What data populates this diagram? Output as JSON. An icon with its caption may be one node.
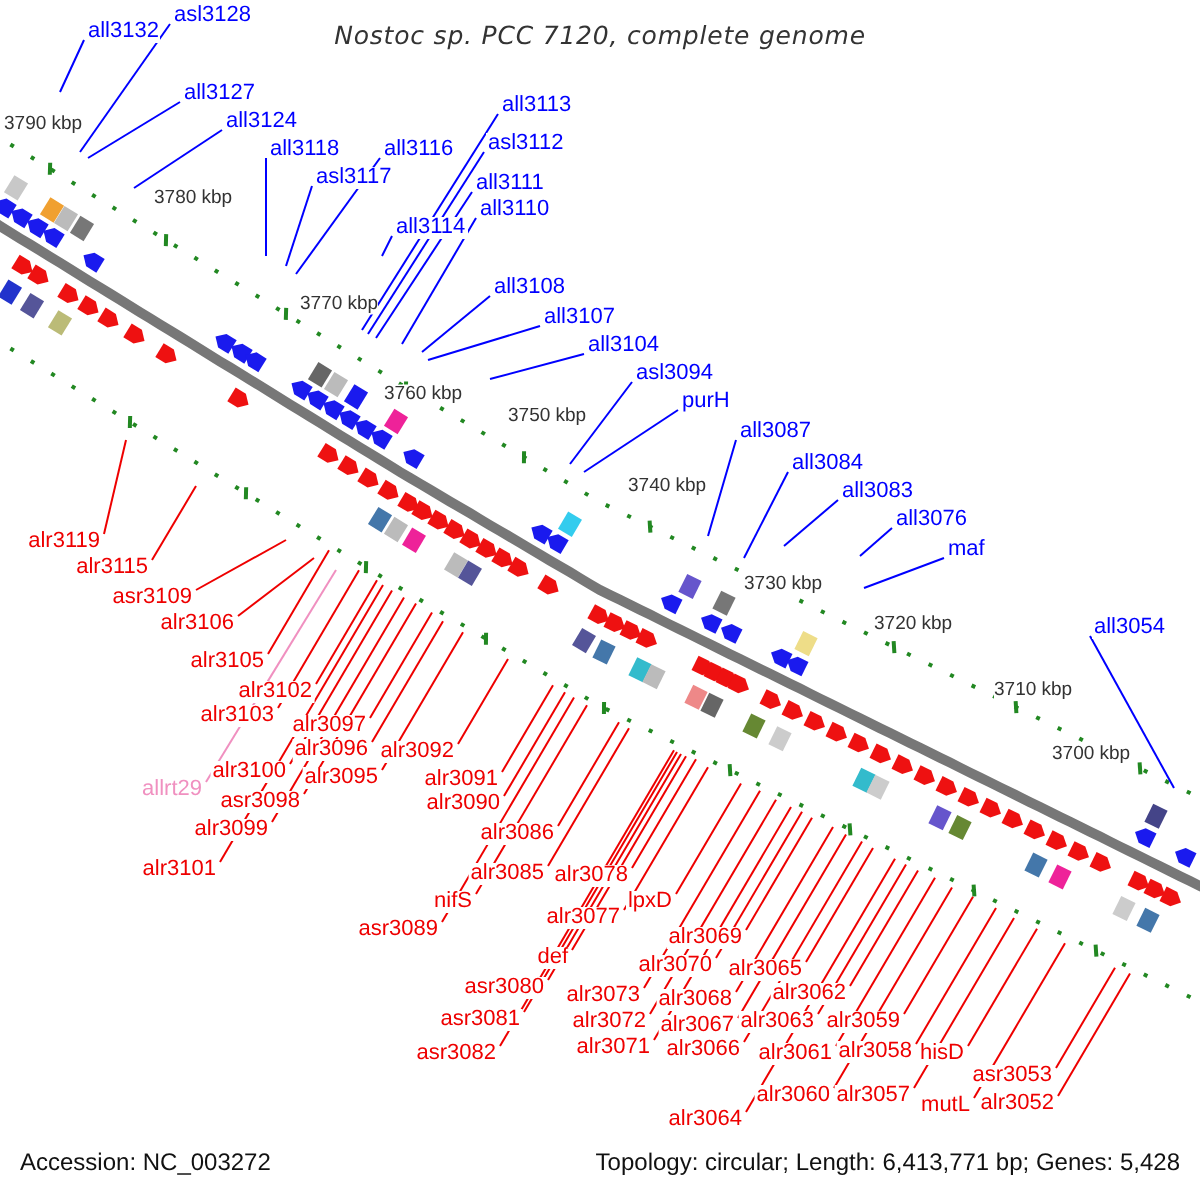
{
  "diagram": {
    "title": "Nostoc sp. PCC 7120, complete genome",
    "nodes": [
      {
        "text": [
          "all3132"
        ]
      },
      {
        "text": [
          "asl3128"
        ]
      },
      {
        "text": [
          "all3127"
        ]
      },
      {
        "text": [
          "all3124"
        ]
      },
      {
        "text": [
          "all3118"
        ]
      },
      {
        "text": [
          "asl3117"
        ]
      },
      {
        "text": [
          "all3116"
        ]
      },
      {
        "text": [
          "all3114"
        ]
      },
      {
        "text": [
          "all3113"
        ]
      },
      {
        "text": [
          "asl3112"
        ]
      },
      {
        "text": [
          "all3111"
        ]
      },
      {
        "text": [
          "all3110"
        ]
      },
      {
        "text": [
          "all3108"
        ]
      },
      {
        "text": [
          "all3107"
        ]
      },
      {
        "text": [
          "all3104"
        ]
      },
      {
        "text": [
          "asl3094"
        ]
      },
      {
        "text": [
          "purH"
        ]
      },
      {
        "text": [
          "all3087"
        ]
      },
      {
        "text": [
          "all3084"
        ]
      },
      {
        "text": [
          "all3083"
        ]
      },
      {
        "text": [
          "all3076"
        ]
      },
      {
        "text": [
          "maf"
        ]
      },
      {
        "text": [
          "all3054"
        ]
      },
      {
        "text": [
          "alr3119"
        ]
      },
      {
        "text": [
          "alr3115"
        ]
      },
      {
        "text": [
          "asr3109"
        ]
      },
      {
        "text": [
          "alr3106"
        ]
      },
      {
        "text": [
          "alr3105"
        ]
      },
      {
        "text": [
          "alr3102"
        ]
      },
      {
        "text": [
          "alr3103"
        ]
      },
      {
        "text": [
          "alr3097"
        ]
      },
      {
        "text": [
          "alr3096"
        ]
      },
      {
        "text": [
          "alr3092"
        ]
      },
      {
        "text": [
          "alr3100"
        ]
      },
      {
        "text": [
          "alr3095"
        ]
      },
      {
        "text": [
          "allrt29"
        ]
      },
      {
        "text": [
          "alr3091"
        ]
      },
      {
        "text": [
          "asr3098"
        ]
      },
      {
        "text": [
          "alr3090"
        ]
      },
      {
        "text": [
          "alr3099"
        ]
      },
      {
        "text": [
          "alr3086"
        ]
      },
      {
        "text": [
          "alr3101"
        ]
      },
      {
        "text": [
          "alr3085"
        ]
      },
      {
        "text": [
          "alr3078"
        ]
      },
      {
        "text": [
          "nifS"
        ]
      },
      {
        "text": [
          "lpxD"
        ]
      },
      {
        "text": [
          "asr3089"
        ]
      },
      {
        "text": [
          "alr3077"
        ]
      },
      {
        "text": [
          "alr3069"
        ]
      },
      {
        "text": [
          "def"
        ]
      },
      {
        "text": [
          "alr3070"
        ]
      },
      {
        "text": [
          "alr3065"
        ]
      },
      {
        "text": [
          "asr3080"
        ]
      },
      {
        "text": [
          "alr3073"
        ]
      },
      {
        "text": [
          "alr3068"
        ]
      },
      {
        "text": [
          "alr3062"
        ]
      },
      {
        "text": [
          "asr3081"
        ]
      },
      {
        "text": [
          "alr3072"
        ]
      },
      {
        "text": [
          "alr3067"
        ]
      },
      {
        "text": [
          "alr3063"
        ]
      },
      {
        "text": [
          "alr3059"
        ]
      },
      {
        "text": [
          "asr3082"
        ]
      },
      {
        "text": [
          "alr3071"
        ]
      },
      {
        "text": [
          "alr3066"
        ]
      },
      {
        "text": [
          "alr3061"
        ]
      },
      {
        "text": [
          "alr3058"
        ]
      },
      {
        "text": [
          "hisD"
        ]
      },
      {
        "text": [
          "alr3060"
        ]
      },
      {
        "text": [
          "alr3057"
        ]
      },
      {
        "text": [
          "asr3053"
        ]
      },
      {
        "text": [
          "mutL"
        ]
      },
      {
        "text": [
          "alr3052"
        ]
      },
      {
        "text": [
          "alr3064"
        ]
      }
    ],
    "edges": [
      {
        "from": 0,
        "to": null,
        "arrow": "none",
        "color": "#0000ff"
      },
      {
        "from": 1,
        "to": null,
        "arrow": "none",
        "color": "#0000ff"
      },
      {
        "from": 2,
        "to": null,
        "arrow": "none",
        "color": "#0000ff"
      },
      {
        "from": 3,
        "to": null,
        "arrow": "none",
        "color": "#0000ff"
      },
      {
        "from": 4,
        "to": null,
        "arrow": "none",
        "color": "#0000ff"
      },
      {
        "from": 5,
        "to": null,
        "arrow": "none",
        "color": "#0000ff"
      },
      {
        "from": 6,
        "to": null,
        "arrow": "none",
        "color": "#0000ff"
      },
      {
        "from": 7,
        "to": null,
        "arrow": "none",
        "color": "#0000ff"
      },
      {
        "from": 8,
        "to": null,
        "arrow": "none",
        "color": "#0000ff"
      },
      {
        "from": 9,
        "to": null,
        "arrow": "none",
        "color": "#0000ff"
      },
      {
        "from": 10,
        "to": null,
        "arrow": "none",
        "color": "#0000ff"
      },
      {
        "from": 11,
        "to": null,
        "arrow": "none",
        "color": "#0000ff"
      },
      {
        "from": 12,
        "to": null,
        "arrow": "none",
        "color": "#0000ff"
      },
      {
        "from": 13,
        "to": null,
        "arrow": "none",
        "color": "#0000ff"
      },
      {
        "from": 14,
        "to": null,
        "arrow": "none",
        "color": "#0000ff"
      },
      {
        "from": 15,
        "to": null,
        "arrow": "none",
        "color": "#0000ff"
      },
      {
        "from": 16,
        "to": null,
        "arrow": "none",
        "color": "#0000ff"
      },
      {
        "from": 17,
        "to": null,
        "arrow": "none",
        "color": "#0000ff"
      },
      {
        "from": 18,
        "to": null,
        "arrow": "none",
        "color": "#0000ff"
      },
      {
        "from": 19,
        "to": null,
        "arrow": "none",
        "color": "#0000ff"
      },
      {
        "from": 20,
        "to": null,
        "arrow": "none",
        "color": "#0000ff"
      },
      {
        "from": 21,
        "to": null,
        "arrow": "none",
        "color": "#0000ff"
      },
      {
        "from": 22,
        "to": null,
        "arrow": "none",
        "color": "#0000ff"
      },
      {
        "from": 23,
        "to": null,
        "arrow": "none"
      },
      {
        "from": 24,
        "to": null,
        "arrow": "none"
      },
      {
        "from": 25,
        "to": null,
        "arrow": "none"
      },
      {
        "from": 26,
        "to": null,
        "arrow": "none"
      },
      {
        "from": 27,
        "to": null,
        "arrow": "none"
      },
      {
        "from": 28,
        "to": null,
        "arrow": "none"
      },
      {
        "from": 29,
        "to": null,
        "arrow": "none"
      },
      {
        "from": 30,
        "to": null,
        "arrow": "none"
      },
      {
        "from": 31,
        "to": null,
        "arrow": "none"
      },
      {
        "from": 32,
        "to": null,
        "arrow": "none"
      },
      {
        "from": 33,
        "to": null,
        "arrow": "none"
      },
      {
        "from": 34,
        "to": null,
        "arrow": "none"
      },
      {
        "from": 35,
        "to": null,
        "arrow": "none",
        "color": "#f090c0"
      },
      {
        "from": 36,
        "to": null,
        "arrow": "none"
      },
      {
        "from": 37,
        "to": null,
        "arrow": "none"
      },
      {
        "from": 38,
        "to": null,
        "arrow": "none"
      },
      {
        "from": 39,
        "to": null,
        "arrow": "none"
      },
      {
        "from": 40,
        "to": null,
        "arrow": "none"
      },
      {
        "from": 41,
        "to": null,
        "arrow": "none"
      },
      {
        "from": 42,
        "to": null,
        "arrow": "none"
      },
      {
        "from": 43,
        "to": null,
        "arrow": "none"
      },
      {
        "from": 44,
        "to": null,
        "arrow": "none"
      },
      {
        "from": 45,
        "to": null,
        "arrow": "none"
      },
      {
        "from": 46,
        "to": null,
        "arrow": "none"
      },
      {
        "from": 47,
        "to": null,
        "arrow": "none"
      },
      {
        "from": 48,
        "to": null,
        "arrow": "none"
      },
      {
        "from": 49,
        "to": null,
        "arrow": "none"
      },
      {
        "from": 50,
        "to": null,
        "arrow": "none"
      },
      {
        "from": 51,
        "to": null,
        "arrow": "none"
      },
      {
        "from": 52,
        "to": null,
        "arrow": "none"
      },
      {
        "from": 53,
        "to": null,
        "arrow": "none"
      },
      {
        "from": 54,
        "to": null,
        "arrow": "none"
      },
      {
        "from": 55,
        "to": null,
        "arrow": "none"
      },
      {
        "from": 56,
        "to": null,
        "arrow": "none"
      },
      {
        "from": 57,
        "to": null,
        "arrow": "none"
      },
      {
        "from": 58,
        "to": null,
        "arrow": "none"
      },
      {
        "from": 59,
        "to": null,
        "arrow": "none"
      },
      {
        "from": 60,
        "to": null,
        "arrow": "none"
      },
      {
        "from": 61,
        "to": null,
        "arrow": "none"
      },
      {
        "from": 62,
        "to": null,
        "arrow": "none"
      },
      {
        "from": 63,
        "to": null,
        "arrow": "none"
      },
      {
        "from": 64,
        "to": null,
        "arrow": "none"
      },
      {
        "from": 65,
        "to": null,
        "arrow": "none"
      },
      {
        "from": 66,
        "to": null,
        "arrow": "none"
      },
      {
        "from": 67,
        "to": null,
        "arrow": "none"
      },
      {
        "from": 68,
        "to": null,
        "arrow": "none"
      },
      {
        "from": 69,
        "to": null,
        "arrow": "none"
      },
      {
        "from": 70,
        "to": null,
        "arrow": "none"
      },
      {
        "from": 71,
        "to": null,
        "arrow": "none"
      },
      {
        "from": 72,
        "to": null,
        "arrow": "none"
      }
    ],
    "labels": [
      "3790 kbp",
      "3780 kbp",
      "3770 kbp",
      "3760 kbp",
      "3750 kbp",
      "3740 kbp",
      "3730 kbp",
      "3720 kbp",
      "3710 kbp",
      "3700 kbp",
      "Accession: NC_003272",
      "Topology: circular; Length: 6,413,771 bp; Genes: 5,428"
    ]
  }
}
